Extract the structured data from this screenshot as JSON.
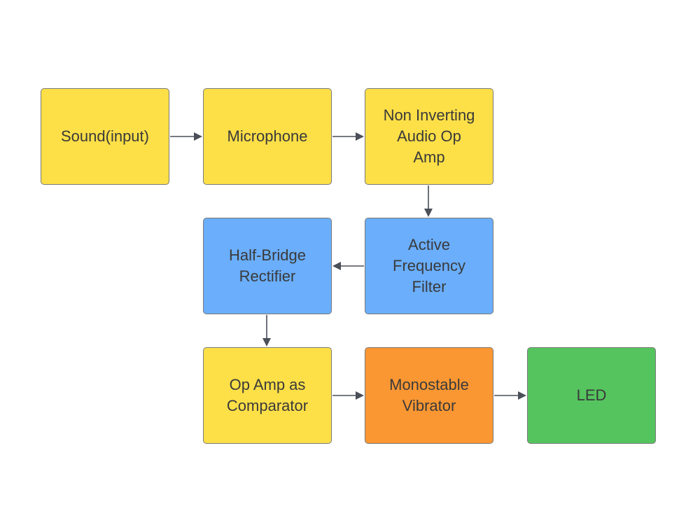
{
  "nodes": [
    {
      "id": "sound",
      "label": "Sound(input)",
      "color": "#fddf47"
    },
    {
      "id": "microphone",
      "label": "Microphone",
      "color": "#fddf47"
    },
    {
      "id": "opamp",
      "label": "Non Inverting\nAudio Op\nAmp",
      "color": "#fddf47"
    },
    {
      "id": "filter",
      "label": "Active\nFrequency\nFilter",
      "color": "#6aaefc"
    },
    {
      "id": "rectifier",
      "label": "Half-Bridge\nRectifier",
      "color": "#6aaefc"
    },
    {
      "id": "comparator",
      "label": "Op Amp as\nComparator",
      "color": "#fddf47"
    },
    {
      "id": "monostable",
      "label": "Monostable\nVibrator",
      "color": "#fa9732"
    },
    {
      "id": "led",
      "label": "LED",
      "color": "#55c45e"
    }
  ],
  "edges": [
    {
      "from": "sound",
      "to": "microphone"
    },
    {
      "from": "microphone",
      "to": "opamp"
    },
    {
      "from": "opamp",
      "to": "filter"
    },
    {
      "from": "filter",
      "to": "rectifier"
    },
    {
      "from": "rectifier",
      "to": "comparator"
    },
    {
      "from": "comparator",
      "to": "monostable"
    },
    {
      "from": "monostable",
      "to": "led"
    }
  ]
}
